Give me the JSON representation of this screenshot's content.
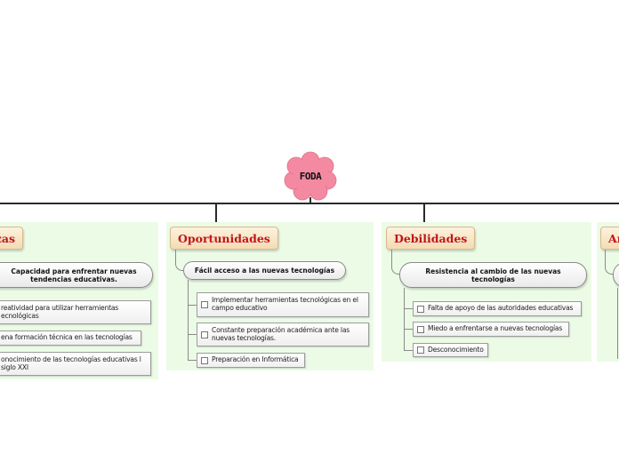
{
  "root": {
    "label": "FODA",
    "color": "#f48aa2"
  },
  "branches": [
    {
      "title": "zas",
      "sub": "Capacidad para enfrentar nuevas tendencias educativas.",
      "items": [
        "reatividad para utilizar herramientas ecnológicas",
        "ena formación técnica en las tecnologías",
        "onocimiento de las tecnologías educativas l siglo XXI"
      ]
    },
    {
      "title": "Oportunidades",
      "sub": "Fácil acceso a las nuevas tecnologías",
      "items": [
        "Implementar herramientas tecnológicas en el campo educativo",
        "Constante preparación académica ante las nuevas tecnologías.",
        "Preparación en Informática"
      ]
    },
    {
      "title": "Debilidades",
      "sub": "Resistencia al cambio de las nuevas tecnologías",
      "items": [
        "Falta de apoyo de las autoridades educativas",
        "Miedo a enfrentarse a nuevas tecnologías",
        "Desconocimiento"
      ]
    },
    {
      "title": "An"
    }
  ],
  "colors": {
    "panel": "#ecfbe6",
    "title": "#c0141c",
    "line": "#2a2a2a"
  }
}
